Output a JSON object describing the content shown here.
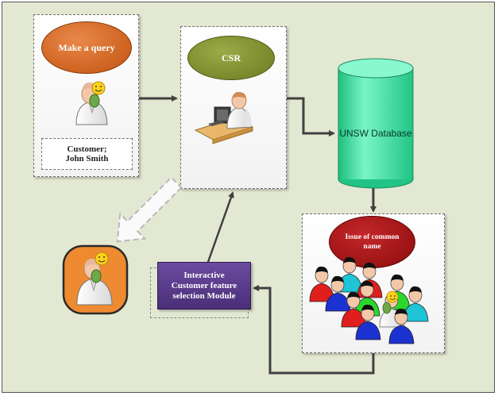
{
  "nodes": {
    "customer": {
      "query_label": "Make a query",
      "name_line1": "Customer;",
      "name_line2": "John Smith"
    },
    "csr": {
      "label": "CSR"
    },
    "database": {
      "label": "UNSW Database"
    },
    "issue": {
      "label_line1": "Issue of common",
      "label_line2": "name"
    },
    "module": {
      "line1": "Interactive",
      "line2": "Customer feature",
      "line3": "selection Module"
    }
  },
  "colors": {
    "background": "#e3e8d2",
    "query_ellipse": "#d4621a",
    "csr_ellipse": "#7a8a2c",
    "database": "#3ce3a0",
    "issue_ellipse": "#a80e0e",
    "module_box": "#5b3d8c",
    "customer_badge": "#ee8a30"
  }
}
